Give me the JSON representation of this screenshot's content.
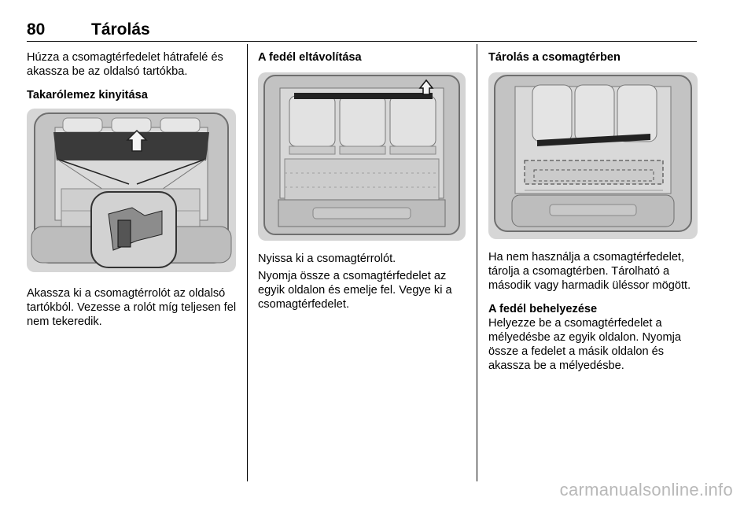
{
  "header": {
    "page_number": "80",
    "chapter": "Tárolás"
  },
  "col1": {
    "intro": "Húzza a csomagtérfedelet hátrafelé és akassza be az oldalsó tartókba.",
    "heading": "Takarólemez kinyitása",
    "figure_icon": "cargo-cover-unhook-illustration",
    "body": "Akassza ki a csomagtérrolót az oldalsó tartókból. Vezesse a rolót míg teljesen fel nem tekeredik."
  },
  "col2": {
    "heading": "A fedél eltávolítása",
    "figure_icon": "cargo-cover-removal-illustration",
    "para1": "Nyissa ki a csomagtérrolót.",
    "para2": "Nyomja össze a csomagtérfedelet az egyik oldalon és emelje fel. Vegye ki a csomagtérfedelet."
  },
  "col3": {
    "heading": "Tárolás a csomagtérben",
    "figure_icon": "cargo-cover-storage-illustration",
    "para1": "Ha nem használja a csomagtérfedelet, tárolja a csomagtérben. Tárolható a második vagy harmadik üléssor mögött.",
    "heading2": "A fedél behelyezése",
    "para2": "Helyezze be a csomagtérfedelet a mélyedésbe az egyik oldalon. Nyomja össze a fedelet a másik oldalon és akassza be a mélyedésbe."
  },
  "watermark": "carmanualsonline.info"
}
